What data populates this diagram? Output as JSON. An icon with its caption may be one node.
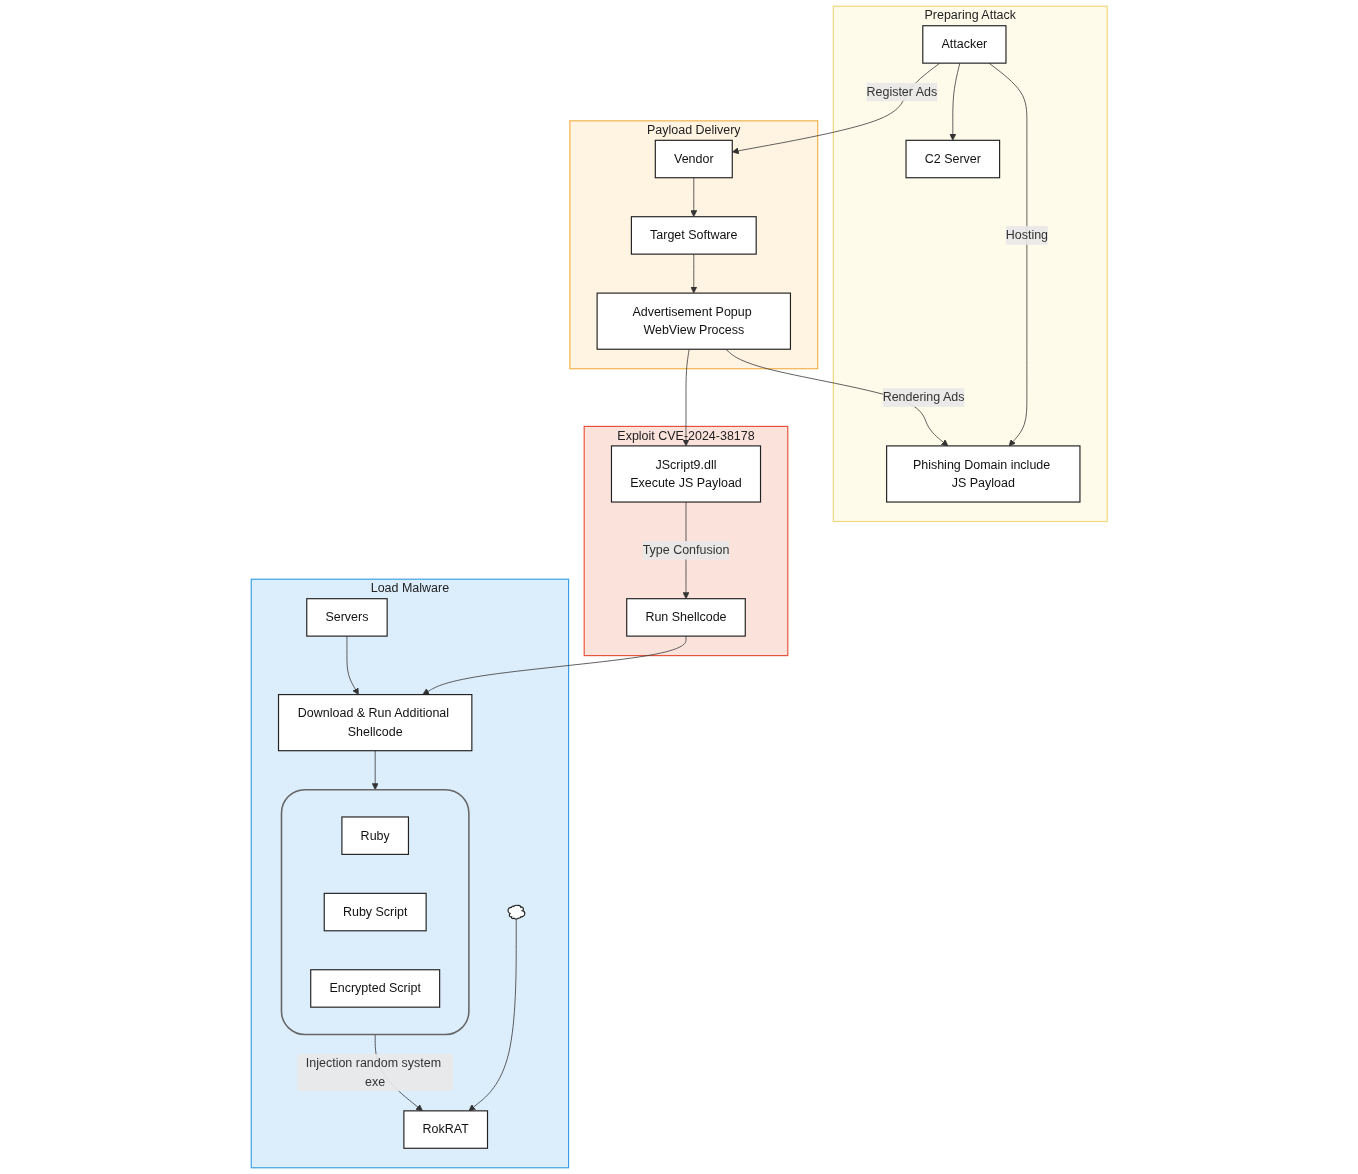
{
  "diagram": {
    "nodes": [
      {
        "text": [
          "Preparing Attack"
        ]
      },
      {
        "text": [
          "Attacker"
        ],
        "in": 0
      },
      {
        "text": [
          "Phishing Domain include JS Payload"
        ],
        "in": 0
      },
      {
        "text": [
          "C2 Server"
        ],
        "in": 0
      },
      {
        "text": [
          "Payload Delivery"
        ]
      },
      {
        "text": [
          "Vendor"
        ],
        "in": 4
      },
      {
        "text": [
          "Target Software"
        ],
        "in": 4
      },
      {
        "text": [
          "Advertisement Popup WebView Process"
        ],
        "in": 4
      },
      {
        "text": [
          "Exploit CVE-2024-38178"
        ]
      },
      {
        "text": [
          "JScript9.dll",
          "Execute JS Payload"
        ],
        "in": 8
      },
      {
        "text": [
          "Run Shellcode"
        ],
        "in": 8
      },
      {
        "text": [
          "Load Malware"
        ]
      },
      {
        "text": [
          "Servers"
        ],
        "in": 11
      },
      {
        "text": [
          "Download & Run Additional Shellcode"
        ],
        "in": 11
      },
      {
        "text": [],
        "shape": "box",
        "in": 11
      },
      {
        "text": [
          "Ruby"
        ],
        "in": 14
      },
      {
        "text": [
          "Ruby Script"
        ],
        "in": 14
      },
      {
        "text": [
          "Encrypted Script"
        ],
        "in": 14
      },
      {
        "text": [
          "RokRAT"
        ],
        "in": 11
      },
      {
        "text": [],
        "shape": "cloud",
        "in": 11
      }
    ],
    "edges": [
      {
        "from": 1,
        "to": 3,
        "arrow": "to"
      },
      {
        "from": 1,
        "to": 2,
        "arrow": "to",
        "label": "Hosting"
      },
      {
        "from": 1,
        "to": 5,
        "arrow": "to",
        "label": "Register Ads"
      },
      {
        "from": 5,
        "to": 6,
        "arrow": "to"
      },
      {
        "from": 6,
        "to": 7,
        "arrow": "to"
      },
      {
        "from": 7,
        "to": 2,
        "arrow": "to",
        "label": "Rendering Ads"
      },
      {
        "from": 7,
        "to": 9,
        "arrow": "to"
      },
      {
        "from": 9,
        "to": 10,
        "arrow": "to",
        "label": "Type Confusion"
      },
      {
        "from": 10,
        "to": 13,
        "arrow": "to"
      },
      {
        "from": 12,
        "to": 13,
        "arrow": "to"
      },
      {
        "from": 13,
        "to": 14,
        "arrow": "to"
      },
      {
        "from": 14,
        "to": 18,
        "arrow": "to",
        "label": "Injection random system exe"
      },
      {
        "from": 19,
        "to": 18,
        "arrow": "to"
      }
    ]
  }
}
